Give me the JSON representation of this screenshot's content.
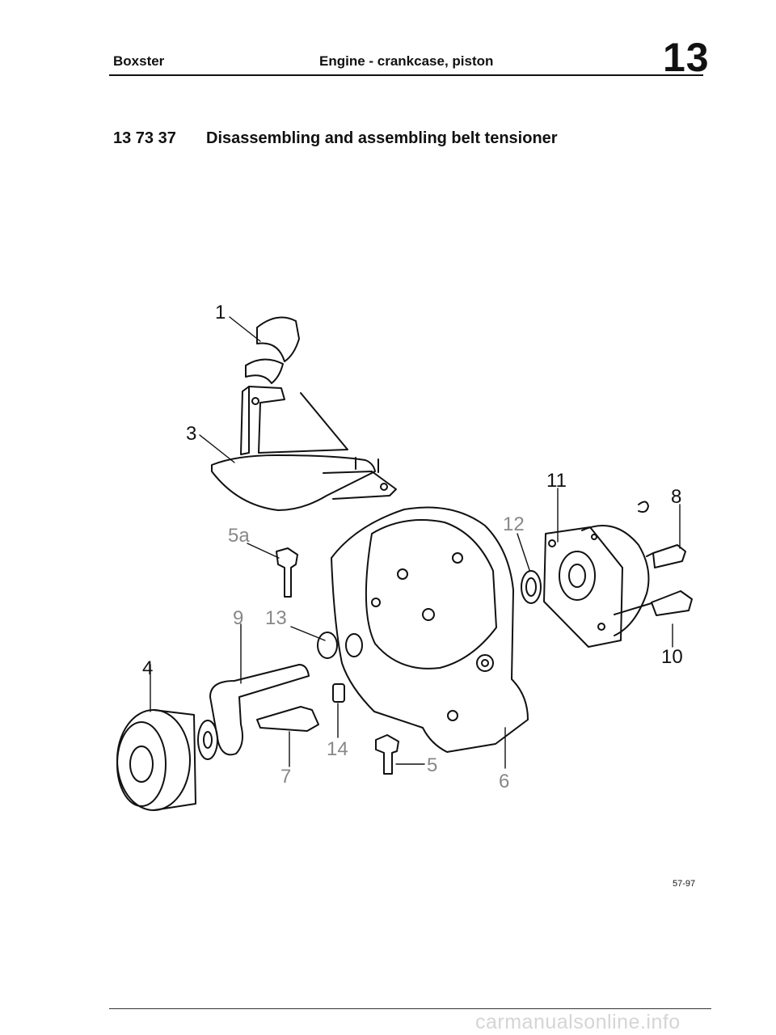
{
  "header": {
    "model": "Boxster",
    "chapter_title": "Engine - crankcase, piston",
    "chapter_number": "13"
  },
  "section": {
    "code": "13 73 37",
    "title": "Disassembling and assembling belt tensioner"
  },
  "diagram": {
    "labels": [
      "1",
      "3",
      "11",
      "8",
      "12",
      "5a",
      "9",
      "13",
      "10",
      "4",
      "14",
      "5",
      "7",
      "6"
    ]
  },
  "figure_code": "57-97",
  "watermark": "carmanualsonline.info"
}
